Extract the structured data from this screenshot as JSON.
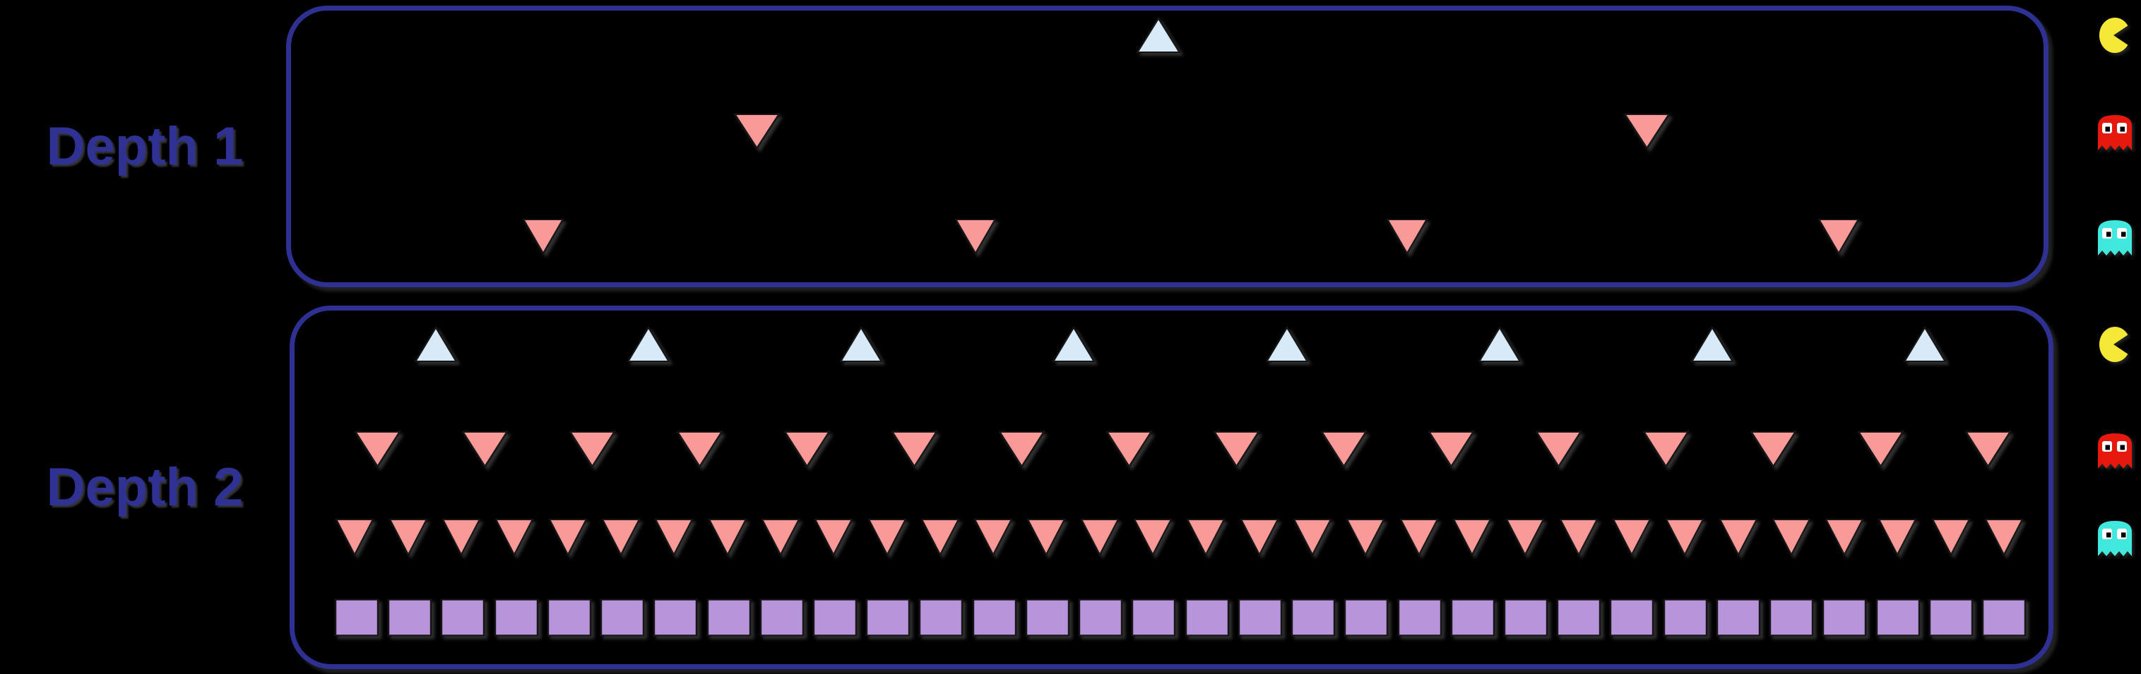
{
  "figure": {
    "background": "#000000",
    "description": "Tree-search depth diagram with Pac-Man agent rows"
  },
  "colors": {
    "box_border": "#2E3192",
    "depth_label": "#2F3193",
    "pacman_yellow": "#F6E836",
    "blinky_red": "#E6190F",
    "inky_cyan": "#41E8DE",
    "ghost_eye_white": "#FFFFFF",
    "ghost_pupil": "#000000",
    "node_blue": "#D8EAF8",
    "node_pink": "#FA9A98",
    "node_purple": "#B894DB",
    "marker_outline": "#161616"
  },
  "boxes": [
    {
      "label": "Depth 1",
      "rows": [
        {
          "agent": "pacman",
          "marker": "triangle-up",
          "color_key": "node_blue",
          "count": 1
        },
        {
          "agent": "blinky",
          "marker": "triangle-down",
          "color_key": "node_pink",
          "count": 2
        },
        {
          "agent": "inky",
          "marker": "triangle-down",
          "color_key": "node_pink",
          "count": 4
        }
      ]
    },
    {
      "label": "Depth 2",
      "rows": [
        {
          "agent": "pacman",
          "marker": "triangle-up",
          "color_key": "node_blue",
          "count": 8
        },
        {
          "agent": "blinky",
          "marker": "triangle-down",
          "color_key": "node_pink",
          "count": 16
        },
        {
          "agent": "inky",
          "marker": "triangle-down",
          "color_key": "node_pink",
          "count": 32
        },
        {
          "agent": null,
          "marker": "square",
          "color_key": "node_purple",
          "count": 32
        }
      ]
    }
  ]
}
